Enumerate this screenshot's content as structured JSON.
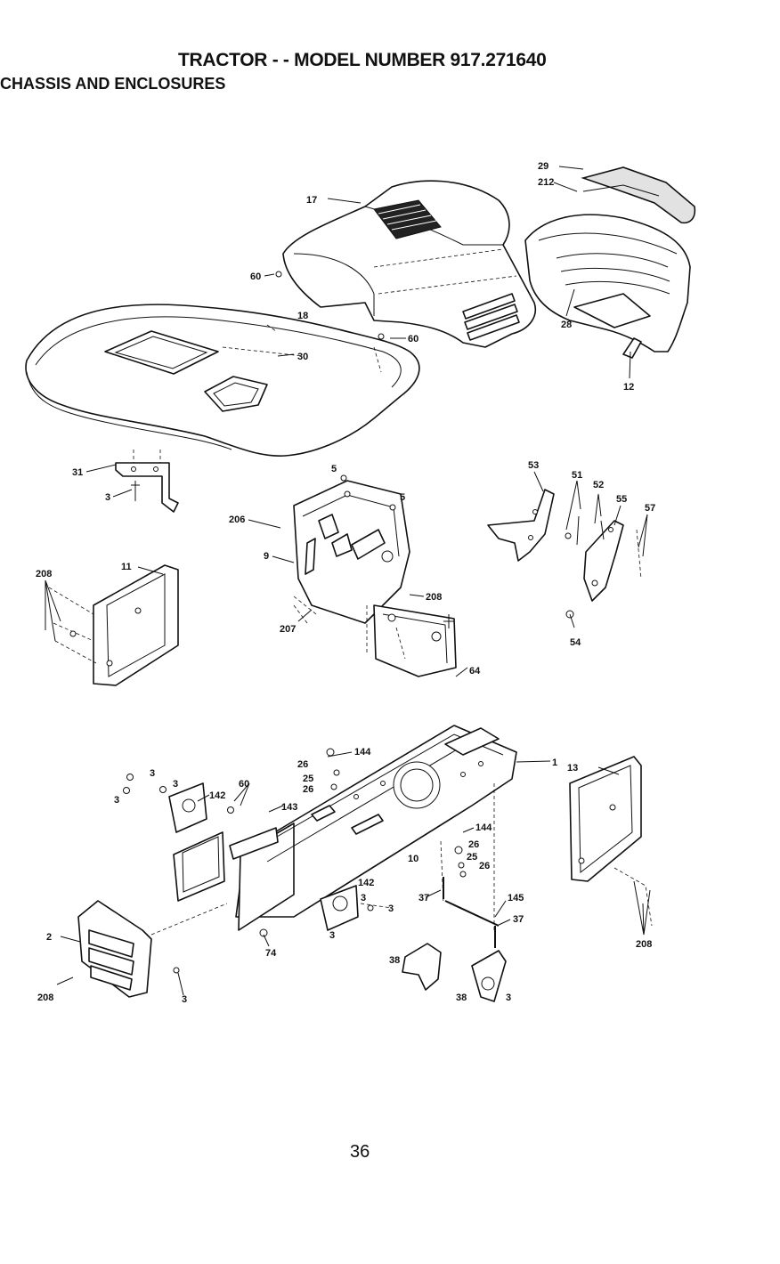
{
  "header": {
    "title": "TRACTOR - - MODEL NUMBER 917.271640",
    "subtitle": "CHASSIS AND ENCLOSURES"
  },
  "footer": {
    "page_number": "36"
  },
  "callouts": [
    "29",
    "212",
    "17",
    "60",
    "18",
    "60",
    "30",
    "28",
    "12",
    "31",
    "3",
    "5",
    "5",
    "206",
    "53",
    "51",
    "52",
    "55",
    "57",
    "208",
    "11",
    "9",
    "208",
    "207",
    "54",
    "64",
    "144",
    "26",
    "25",
    "26",
    "3",
    "3",
    "3",
    "142",
    "60",
    "143",
    "1",
    "13",
    "144",
    "26",
    "25",
    "26",
    "10",
    "142",
    "3",
    "3",
    "37",
    "145",
    "37",
    "2",
    "74",
    "3",
    "3",
    "208",
    "38",
    "38",
    "3",
    "208"
  ]
}
